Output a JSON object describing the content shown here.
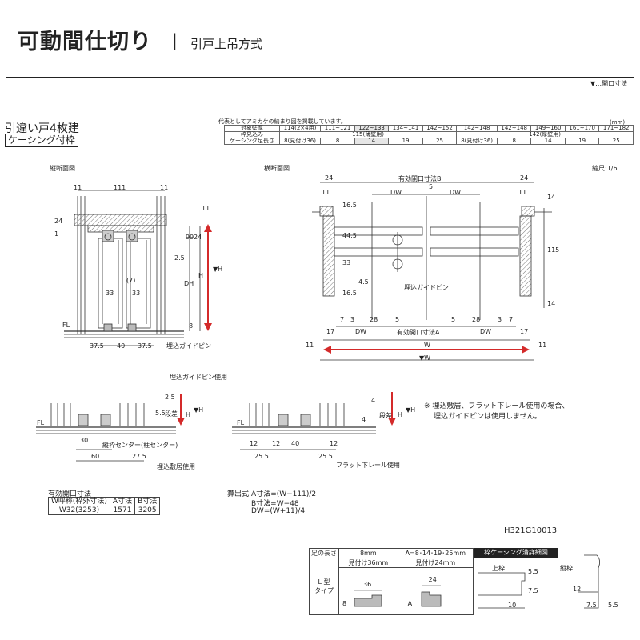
{
  "header": {
    "title": "可動間仕切り",
    "separator": "|",
    "subtitle": "引戸上吊方式",
    "legend_note": "▼…開口寸法"
  },
  "door_type": {
    "name": "引違い戸4枚建",
    "frame_badge": "ケーシング付枠"
  },
  "spec_table": {
    "caption": "代表としてアミカケの納まり図を掲載しています。",
    "unit": "(mm)",
    "rows": [
      {
        "label": "対象壁厚",
        "cells": [
          "114(2×4用)",
          "111~121",
          "122~133",
          "134~141",
          "142~152",
          "142~148",
          "142~148",
          "149~160",
          "161~170",
          "171~182"
        ]
      },
      {
        "label": "枠見込み",
        "cells": [
          "115(薄壁用)",
          "142(厚壁用)"
        ]
      },
      {
        "label": "ケーシング足長さ",
        "cells": [
          "8(見付け36)",
          "8",
          "14",
          "19",
          "25",
          "8(見付け36)",
          "8",
          "14",
          "19",
          "25"
        ]
      }
    ]
  },
  "section_labels": {
    "vertical": "縦断面図",
    "horizontal": "横断面図",
    "scale": "縮尺:1/6"
  },
  "vertical_section": {
    "dims": [
      "11",
      "111",
      "11",
      "24",
      "11",
      "1",
      "99",
      "24",
      "2.5",
      "(7)",
      "33",
      "33",
      "DH",
      "H",
      "▼H",
      "8",
      "37.5",
      "40",
      "37.5"
    ],
    "floor_label": "FL",
    "pin_label": "埋込ガイドピン"
  },
  "horizontal_section": {
    "dims_top": [
      "24",
      "有効開口寸法B",
      "24",
      "11",
      "11",
      "5",
      "DW",
      "DW",
      "16.5",
      "44.5",
      "33",
      "4.5",
      "16.5",
      "14",
      "115",
      "14"
    ],
    "dims_bottom": [
      "7",
      "3",
      "28",
      "5",
      "5",
      "28",
      "3",
      "7",
      "17",
      "DW",
      "有効開口寸法A",
      "DW",
      "17",
      "11",
      "W",
      "11",
      "▼W"
    ],
    "pin_label": "埋込ガイドピン"
  },
  "guide_pin_detail": {
    "caption": "埋込ガイドピン使用",
    "dims": [
      "2.5",
      "5.5",
      "段差",
      "H",
      "▼H",
      "30",
      "60",
      "27.5"
    ],
    "floor_label": "FL",
    "center_label": "縦枠センター(柱センター)",
    "sill_label": "埋込敷居使用"
  },
  "rail_detail": {
    "dims": [
      "4",
      "段差",
      "H",
      "▼H",
      "4",
      "12",
      "12",
      "40",
      "12",
      "25.5",
      "25.5"
    ],
    "floor_label": "FL",
    "rail_label": "フラット下レール使用"
  },
  "notes": [
    "※ 埋込敷居、フラット下レール使用の場合、",
    "埋込ガイドピンは使用しません。"
  ],
  "opening_table": {
    "caption": "有効開口寸法",
    "headers": [
      "W呼称(枠外寸法)",
      "A寸法",
      "B寸法"
    ],
    "rows": [
      [
        "W32(3253)",
        "1571",
        "3205"
      ]
    ]
  },
  "formulas": [
    "算出式:A寸法=(W−111)/2",
    "B寸法=W−48",
    "DW=(W+11)/4"
  ],
  "product_code": "H321G10013",
  "detail_table": {
    "header_leg": "足の長さ",
    "col1": "8mm",
    "col2": "A=8･14･19･25mm",
    "sub1": "見付け36mm",
    "sub2": "見付け24mm",
    "row_label_1": "L 型",
    "row_label_2": "タイプ",
    "dims1": [
      "36",
      "8"
    ],
    "dims2": [
      "24",
      "A"
    ],
    "casing_title": "枠ケーシング溝詳細図",
    "top_frame": "上枠",
    "side_frame": "縦枠",
    "casing_dims": [
      "5.5",
      "7.5",
      "10",
      "12",
      "7.5",
      "5.5"
    ]
  },
  "colors": {
    "arrow_red": "#d42a2a",
    "dim_red": "#d42a2a",
    "hatch": "#999999",
    "highlight": "#e6e6e6"
  }
}
